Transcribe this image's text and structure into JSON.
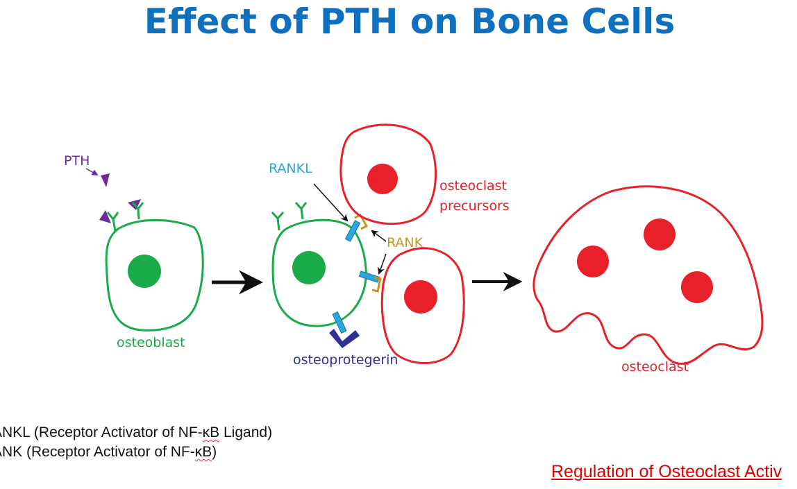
{
  "title": "Effect of PTH on Bone Cells",
  "diagram": {
    "labels": {
      "pth": "PTH",
      "osteoblast": "osteoblast",
      "rankl": "RANKL",
      "rank": "RANK",
      "osteoprotegerin": "osteoprotegerin",
      "osteoclast_precursors_line1": "osteoclast",
      "osteoclast_precursors_line2": "precursors",
      "osteoclast": "osteoclast"
    },
    "colors": {
      "title": "#1070c0",
      "osteoblast": "#1aaa4a",
      "osteoclast": "#e8202a",
      "pth": "#6a2d9a",
      "rankl": "#29a8e0",
      "rank": "#c8961e",
      "osteoprotegerin": "#2e3192",
      "link": "#e00000"
    }
  },
  "notes": {
    "rankl_prefix": "ANKL (Receptor Activator of NF-",
    "rankl_squiggle": "κB",
    "rankl_suffix": " Ligand)",
    "rank_prefix": "ANK (Receptor Activator of NF-",
    "rank_squiggle": "κB",
    "rank_suffix": ")"
  },
  "link_text": "Regulation of Osteoclast Activ"
}
